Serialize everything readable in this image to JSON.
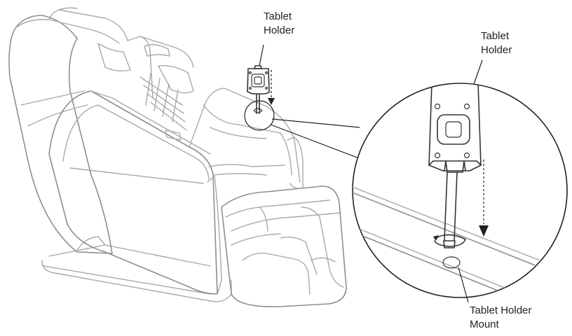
{
  "labels": {
    "small_tablet_holder_line1": "Tablet",
    "small_tablet_holder_line2": "Holder",
    "large_tablet_holder_line1": "Tablet",
    "large_tablet_holder_line2": "Holder",
    "mount_line1": "Tablet Holder",
    "mount_line2": "Mount"
  },
  "colors": {
    "chair_outline": "#a8a8a8",
    "detail_outline": "#333333",
    "text": "#222222",
    "background": "#ffffff"
  },
  "icons": {
    "direction_arrow": "arrow-down-icon",
    "rotation": "rotate-icon"
  }
}
